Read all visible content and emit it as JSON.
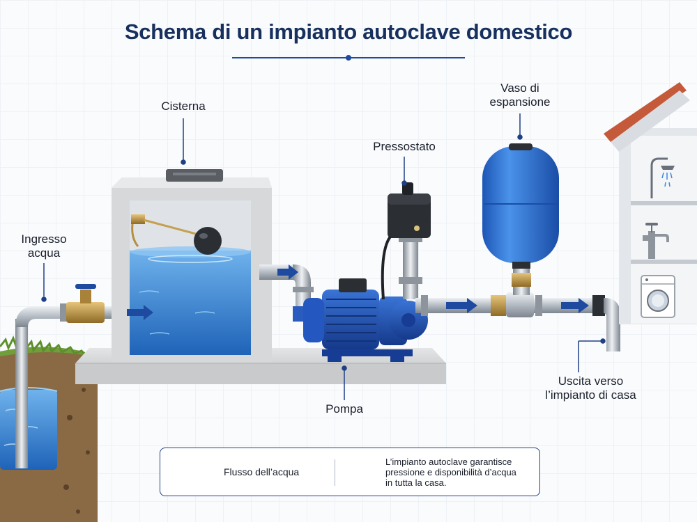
{
  "title": "Schema di un impianto autoclave domestico",
  "labels": {
    "ingresso": [
      "Ingresso",
      "acqua"
    ],
    "cisterna": "Cisterna",
    "pressostato": "Pressostato",
    "vaso": [
      "Vaso di",
      "espansione"
    ],
    "pompa": "Pompa",
    "uscita": [
      "Uscita verso",
      "l’impianto di casa"
    ]
  },
  "legend": {
    "flow_label": "Flusso dell’acqua",
    "note_lines": [
      "L’impianto autoclave garantisce",
      "pressione e disponibilità d’acqua",
      "in tutta la casa."
    ]
  },
  "colors": {
    "navy": "#17305e",
    "water": "#2f7fd6",
    "pump_blue": "#1f4fb5",
    "vessel_blue": "#2d72d8",
    "arrow_blue": "#1e4aa0"
  },
  "icons": [
    "water-drop-icon",
    "flow-arrow-icon",
    "shower-icon",
    "faucet-icon",
    "washing-machine-icon"
  ]
}
